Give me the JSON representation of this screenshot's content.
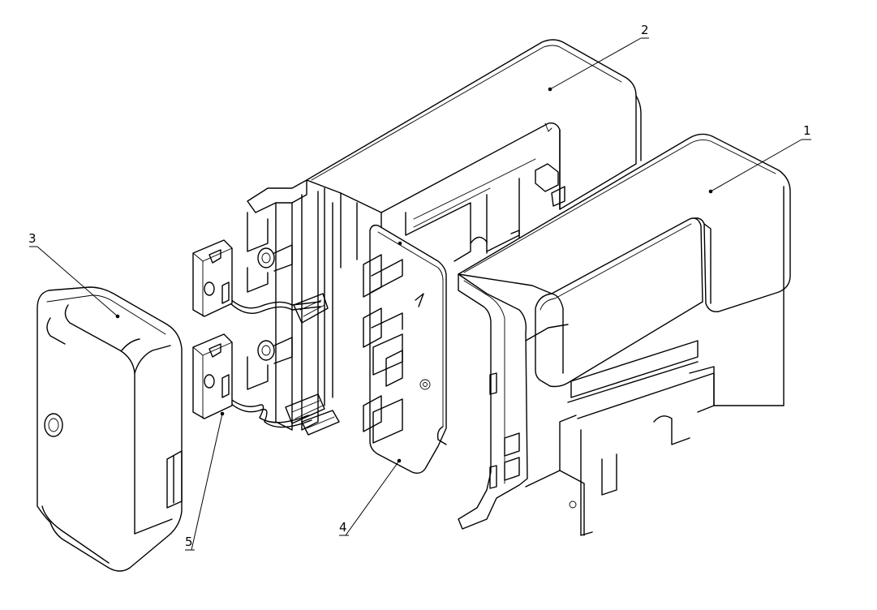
{
  "drawing": {
    "background": "#ffffff",
    "line_color": "#000000",
    "callouts": [
      {
        "id": "1",
        "label": "1"
      },
      {
        "id": "2",
        "label": "2"
      },
      {
        "id": "3",
        "label": "3"
      },
      {
        "id": "4",
        "label": "4"
      },
      {
        "id": "5",
        "label": "5"
      }
    ]
  }
}
